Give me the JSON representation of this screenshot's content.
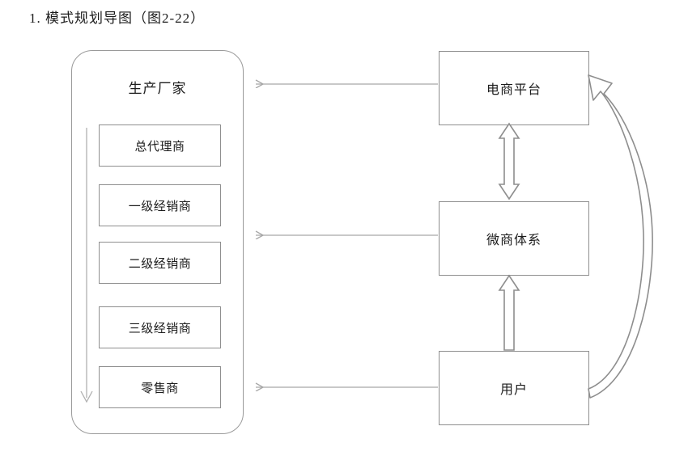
{
  "page": {
    "title": "1. 模式规划导图（图2-22）",
    "figure_label": "图2-22"
  },
  "diagram": {
    "type": "flow-diagram",
    "colors": {
      "box_stroke": "#8e8e8e",
      "container_stroke": "#9a9a9a",
      "thin_arrow": "#a8a8a8",
      "block_arrow_stroke": "#8e8e8e",
      "text": "#1c1c1c",
      "background": "#ffffff"
    },
    "channel_container": {
      "header": "生产厂家",
      "items": [
        {
          "label": "总代理商"
        },
        {
          "label": "一级经销商"
        },
        {
          "label": "二级经销商"
        },
        {
          "label": "三级经销商"
        },
        {
          "label": "零售商"
        }
      ],
      "flow_arrow": "downward-chain-arrow"
    },
    "right_nodes": [
      {
        "id": "ecommerce",
        "label": "电商平台"
      },
      {
        "id": "wechat",
        "label": "微商体系"
      },
      {
        "id": "user",
        "label": "用户"
      }
    ],
    "connectors": [
      {
        "id": "ecommerce-to-container",
        "from": "电商平台",
        "to": "生产厂家",
        "style": "thin-line",
        "direction": "left"
      },
      {
        "id": "wechat-to-container",
        "from": "微商体系",
        "to": "生产厂家",
        "style": "thin-line",
        "direction": "left"
      },
      {
        "id": "user-to-container",
        "from": "用户",
        "to": "生产厂家",
        "style": "thin-line",
        "direction": "left"
      },
      {
        "id": "ecommerce-wechat",
        "from": "电商平台",
        "to": "微商体系",
        "style": "block-arrow",
        "direction": "both"
      },
      {
        "id": "user-wechat",
        "from": "用户",
        "to": "微商体系",
        "style": "block-arrow",
        "direction": "up"
      },
      {
        "id": "user-ecommerce-curve",
        "from": "用户",
        "to": "电商平台",
        "style": "curved-block-arrow",
        "direction": "up"
      }
    ]
  }
}
